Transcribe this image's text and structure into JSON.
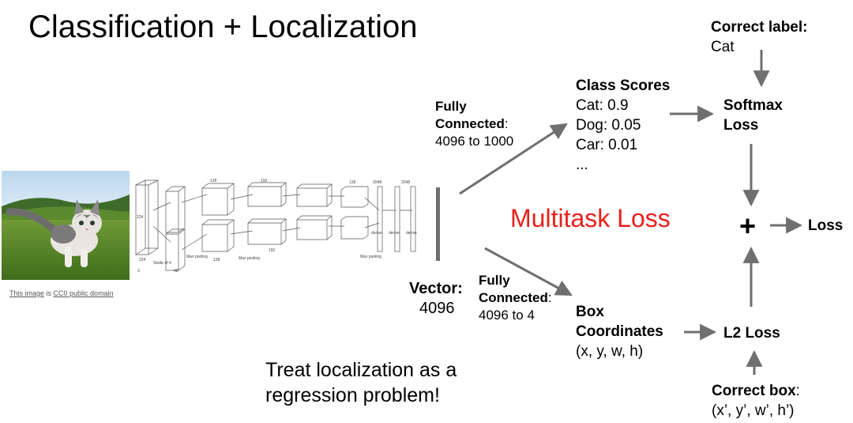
{
  "title": "Classification + Localization",
  "image_caption": {
    "link1": "This image",
    "middle": " is ",
    "link2": "CC0 public domain"
  },
  "vector": {
    "label": "Vector:",
    "value": "4096"
  },
  "fc_top": {
    "line1": "Fully",
    "line2": "Connected",
    "colon": ":",
    "line3": "4096 to 1000"
  },
  "fc_bottom": {
    "line1": "Fully",
    "line2": "Connected",
    "colon": ":",
    "line3": "4096 to 4"
  },
  "class_scores": {
    "heading": "Class Scores",
    "items": [
      "Cat: 0.9",
      "Dog: 0.05",
      "Car: 0.01",
      "..."
    ]
  },
  "box_coordinates": {
    "line1": "Box",
    "line2": "Coordinates",
    "line3": "(x, y, w, h)"
  },
  "correct_label": {
    "heading": "Correct label:",
    "value": "Cat"
  },
  "softmax_loss": {
    "line1": "Softmax",
    "line2": "Loss"
  },
  "l2_loss": "L2 Loss",
  "correct_box": {
    "heading": "Correct box",
    "colon": ":",
    "value": "(x’, y’, w’, h’)"
  },
  "multitask_loss": "Multitask Loss",
  "plus": "+",
  "loss": "Loss",
  "treat": {
    "line1": "Treat localization as a",
    "line2": "regression problem!"
  },
  "network": {
    "labels": [
      "224",
      "224",
      "Stride of 4",
      "Max pooling",
      "Max pooling",
      "Max pooling",
      "128",
      "128",
      "192",
      "192",
      "128",
      "2048",
      "2048",
      "dense",
      "dense",
      "dense",
      "48",
      "3"
    ]
  },
  "colors": {
    "accent": "#e8201c",
    "arrow": "#6f6f6f"
  }
}
